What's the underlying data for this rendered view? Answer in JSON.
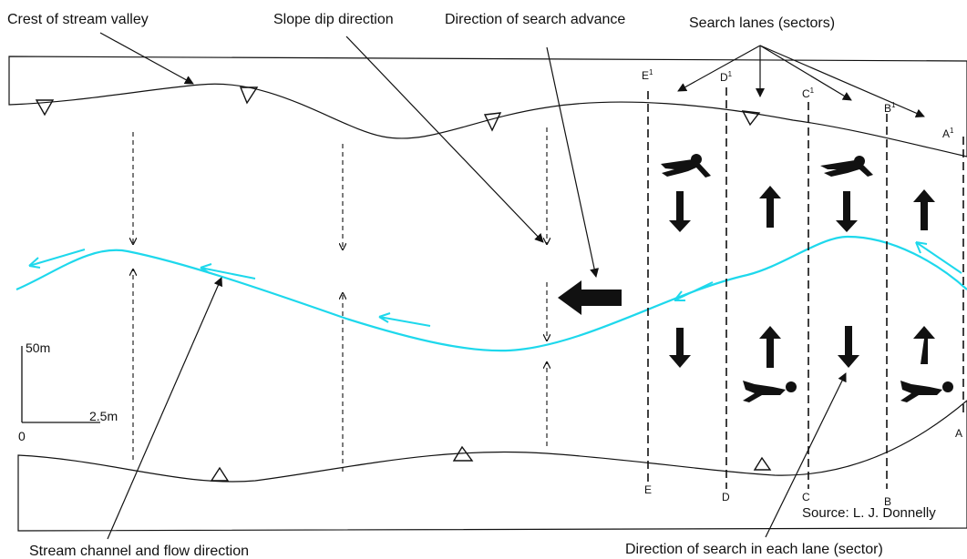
{
  "labels": {
    "crest": "Crest of stream valley",
    "slope": "Slope dip direction",
    "advance": "Direction of search advance",
    "lanes": "Search lanes (sectors)",
    "stream": "Stream channel and flow direction",
    "lane_dir": "Direction of search in each lane (sector)",
    "source": "Source: L. J. Donnelly"
  },
  "scale": {
    "vertical": "50m",
    "horizontal": "2.5m",
    "origin": "0"
  },
  "lanes_top": [
    "E",
    "D",
    "C",
    "B",
    "A"
  ],
  "lanes_bottom": [
    "E",
    "D",
    "C",
    "B",
    "A"
  ],
  "lane_superscript": "1",
  "colors": {
    "stream": "#1ed8ec",
    "ink": "#111111"
  }
}
